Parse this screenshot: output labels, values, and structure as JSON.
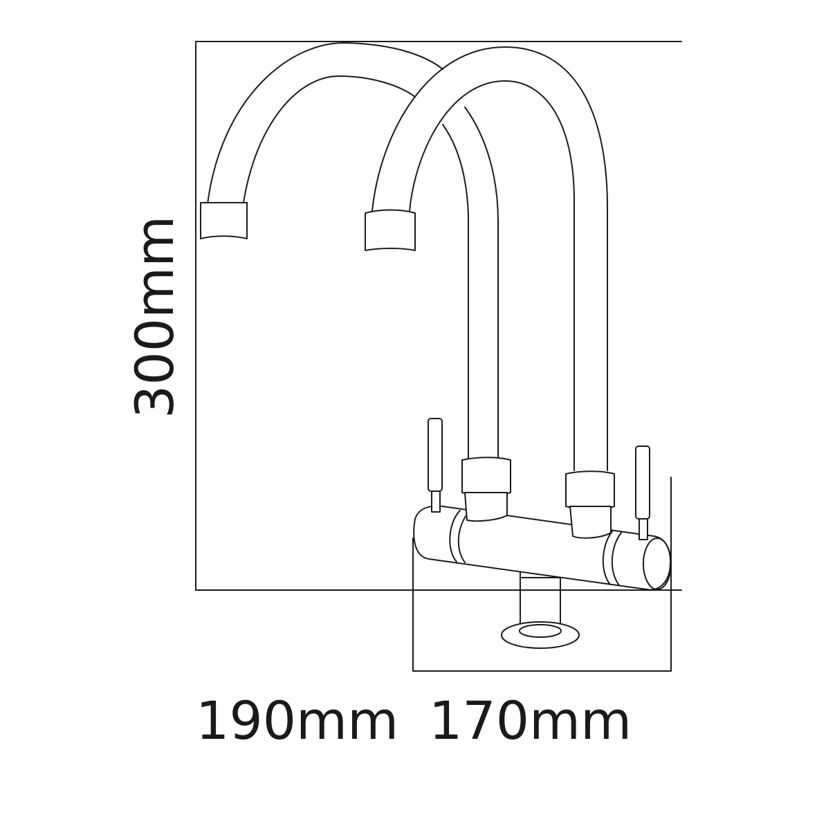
{
  "dimensions": {
    "height_label": "300mm",
    "width_left_label": "190mm",
    "width_right_label": "170mm"
  },
  "colors": {
    "line": "#1a1a1a",
    "background": "#ffffff"
  }
}
